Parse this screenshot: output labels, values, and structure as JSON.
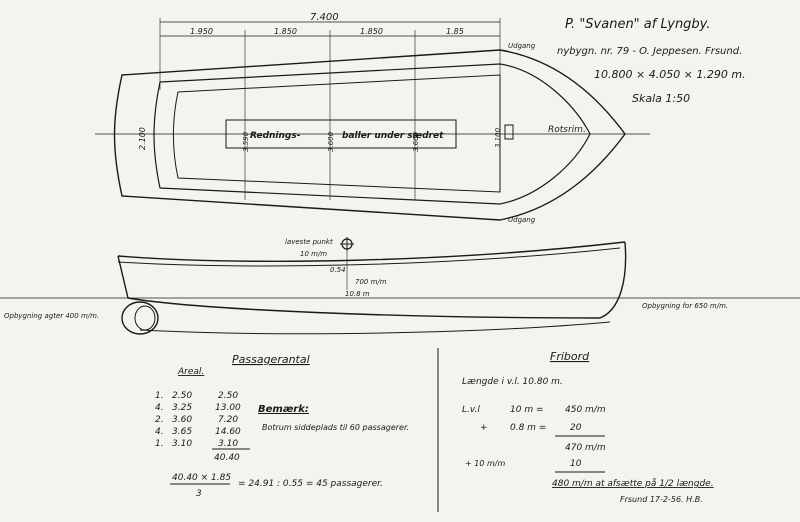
{
  "title_block": {
    "line1": "P. \"Svanen\" af Lyngby.",
    "line2": "nybygn. nr. 79 - O. Jeppesen. Frsund.",
    "line3": "10.800 × 4.050 × 1.290 m.",
    "line4": "Skala 1:50"
  },
  "plan_view": {
    "overall_length": "7.400",
    "segments": [
      "1.950",
      "1.850",
      "1.850",
      "1.85"
    ],
    "beam_label": "2.100",
    "section_labels": [
      "3.590",
      "3.600",
      "3.600",
      "3.100"
    ],
    "center_text_1": "Rednings-",
    "center_text_2": "baller under sædret",
    "bow_label": "Rotsrim.",
    "udgang_top": "Udgang",
    "udgang_bottom": "Udgang"
  },
  "profile_view": {
    "mark_label_1": "laveste punkt",
    "mark_label_2": "10 m/m",
    "dim_small": "0.54",
    "dim_mm": "700 m/m",
    "dim_len": "10.8 m",
    "left_note": "Opbygning agter 400 m/m.",
    "right_note": "Opbygning for 650 m/m."
  },
  "passenger_table": {
    "heading": "Passagerantal",
    "subheading": "Areal.",
    "rows": [
      {
        "mult": "1.",
        "value": "2.50",
        "result": "2.50"
      },
      {
        "mult": "4.",
        "value": "3.25",
        "result": "13.00"
      },
      {
        "mult": "2.",
        "value": "3.60",
        "result": "7.20"
      },
      {
        "mult": "4.",
        "value": "3.65",
        "result": "14.60"
      },
      {
        "mult": "1.",
        "value": "3.10",
        "result": "3.10"
      }
    ],
    "total": "40.40",
    "note_heading": "Bemærk:",
    "note_text": "Botrum siddeplads til 60 passagerer.",
    "formula_num": "40.40 × 1.85",
    "formula_den": "3",
    "formula_result": "= 24.91 : 0.55 = 45 passagerer."
  },
  "freeboard": {
    "heading": "Fribord",
    "line1": "Længde i v.l. 10.80 m.",
    "row_a_label": "L.v.l",
    "row_a_mid": "10 m =",
    "row_a_val": "450 m/m",
    "row_b_label": "+",
    "row_b_mid": "0.8 m =",
    "row_b_val": "20",
    "sum1": "470 m/m",
    "row_c_label": "+ 10 m/m",
    "row_c_val": "10",
    "final": "480 m/m at afsætte på 1/2 længde.",
    "sign": "Frsund 17-2-56. H.B."
  }
}
